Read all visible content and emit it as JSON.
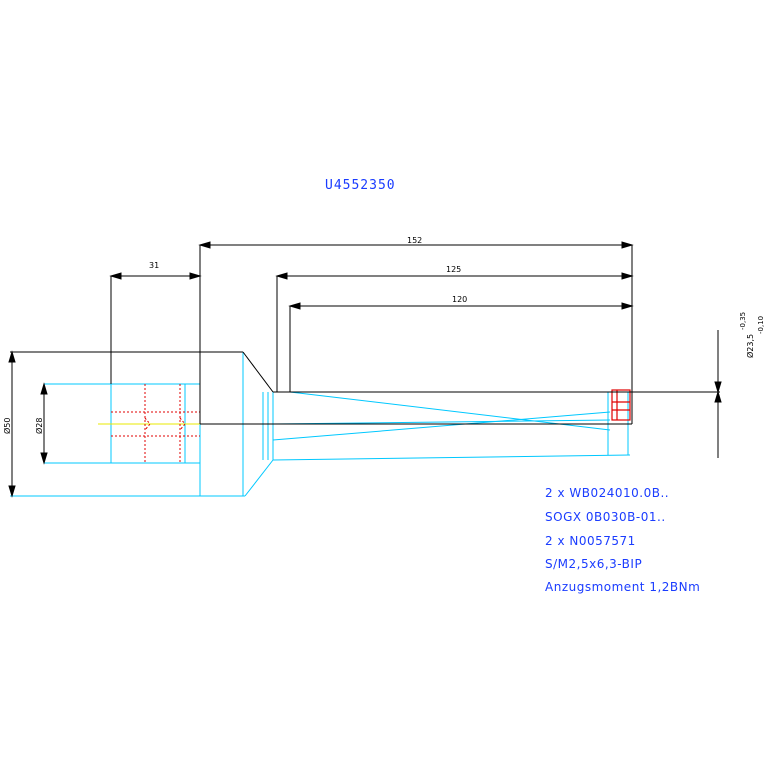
{
  "drawing_number": "U4552350",
  "dimensions": {
    "d31": "31",
    "d152": "152",
    "d125": "125",
    "d120": "120",
    "dia50": "Ø50",
    "dia28": "Ø28",
    "dia23_5": "Ø23,5",
    "tol_upper": "-0,35",
    "tol_lower": "-0,10"
  },
  "notes": [
    "2 x WB024010.0B..",
    "SOGX 0B030B-01..",
    "2 x N0057571",
    "S/M2,5x6,3-BIP",
    "Anzugsmoment 1,2BNm"
  ],
  "colors": {
    "outline": "#000000",
    "hidden": "#00c8ff",
    "insert": "#e00000",
    "centerline": "#e8e800",
    "text": "#1a3cff"
  }
}
